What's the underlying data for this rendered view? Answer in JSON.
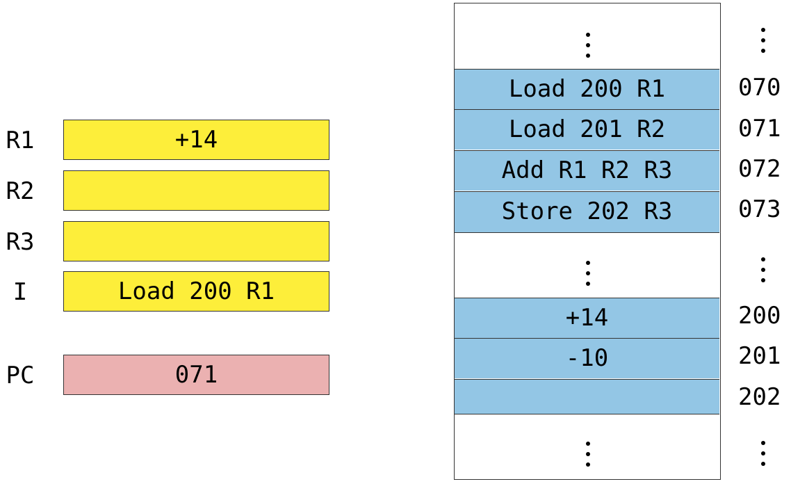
{
  "registers": [
    {
      "label": "R1",
      "value": "+14"
    },
    {
      "label": "R2",
      "value": ""
    },
    {
      "label": "R3",
      "value": ""
    },
    {
      "label": "I",
      "value": "Load 200 R1"
    }
  ],
  "pc": {
    "label": "PC",
    "value": "071"
  },
  "memory": {
    "cells": [
      {
        "address": "070",
        "content": "Load 200 R1"
      },
      {
        "address": "071",
        "content": "Load 201 R2"
      },
      {
        "address": "072",
        "content": "Add R1 R2 R3"
      },
      {
        "address": "073",
        "content": "Store 202 R3"
      },
      {
        "address": "200",
        "content": "+14"
      },
      {
        "address": "201",
        "content": "-10"
      },
      {
        "address": "202",
        "content": ""
      }
    ]
  },
  "colors": {
    "register_fill": "#fdee3a",
    "pc_fill": "#ebb1b1",
    "memory_cell_fill": "#93c6e5"
  }
}
